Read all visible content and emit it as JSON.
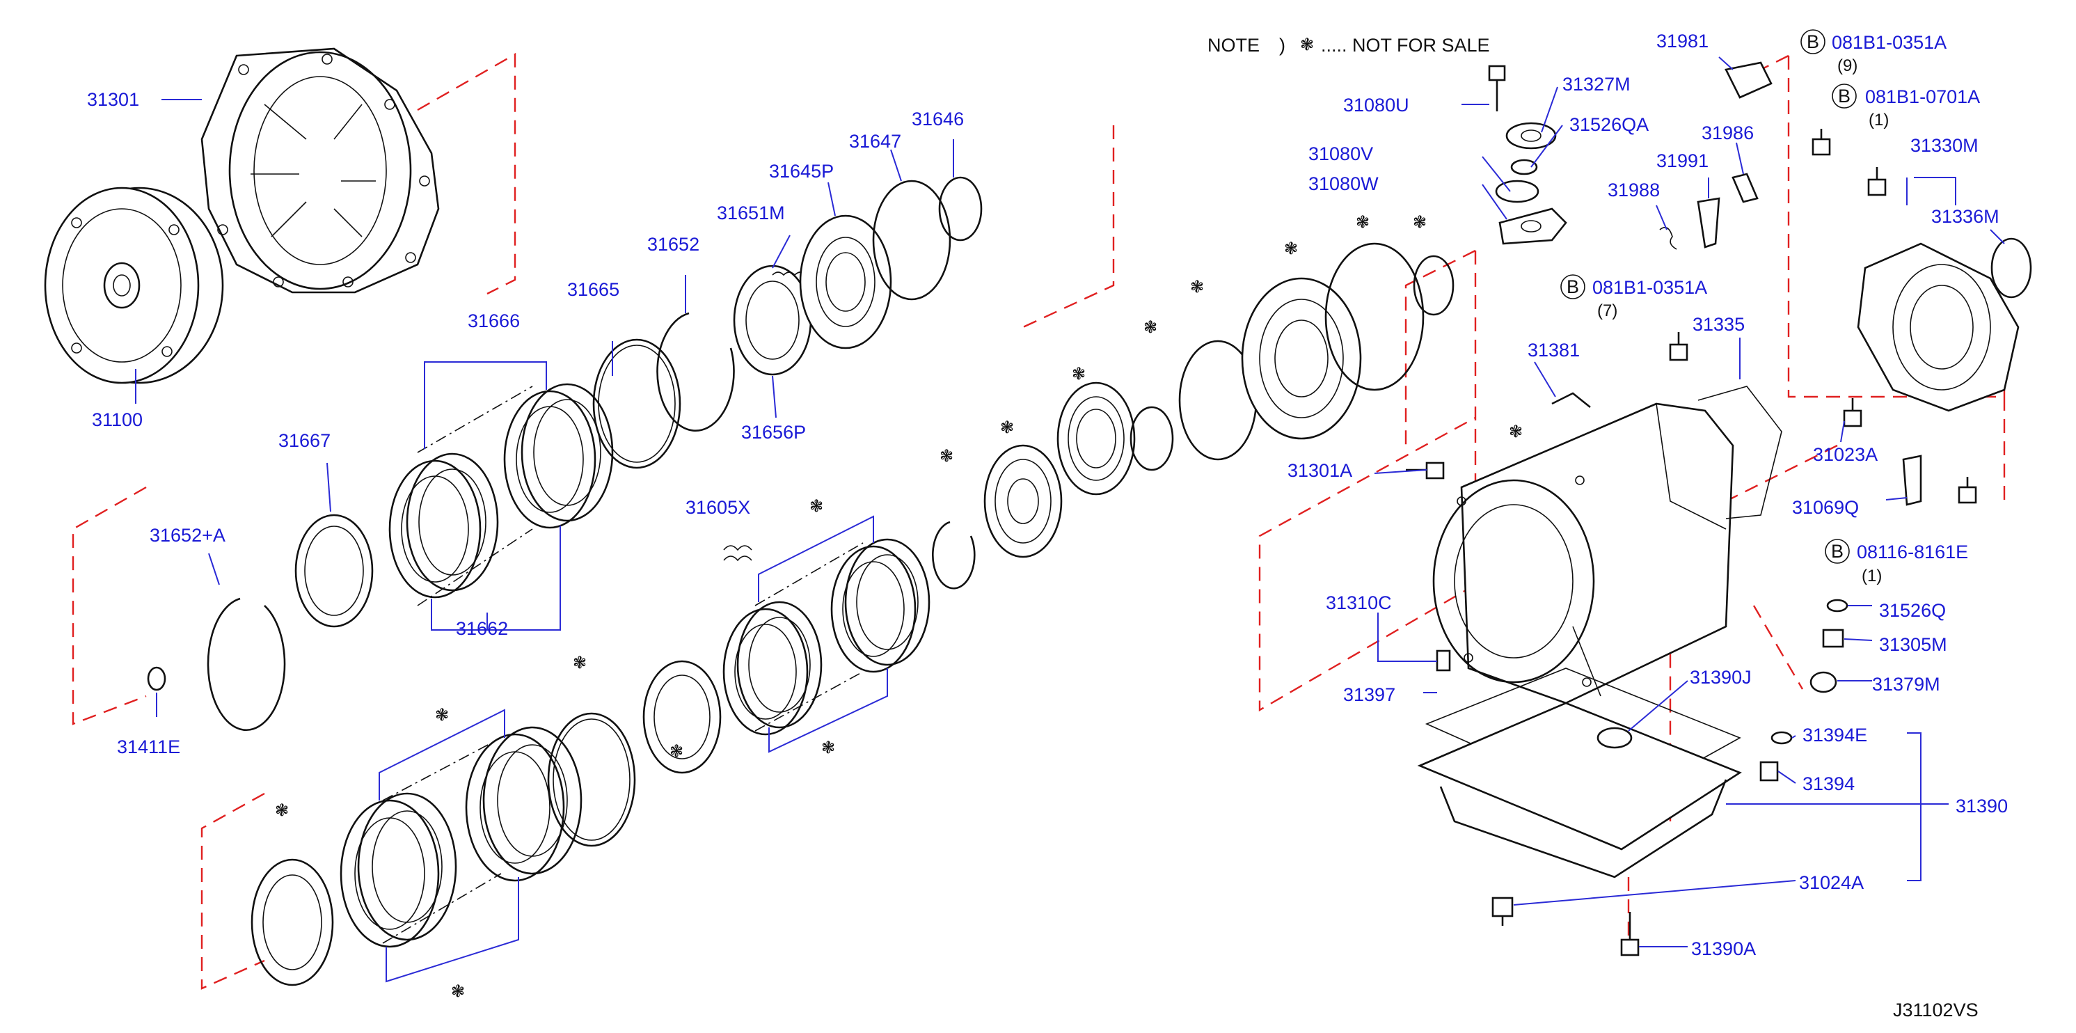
{
  "note": {
    "prefix": "NOTE",
    "paren": ")",
    "symbol": "❃",
    "text": "..... NOT FOR SALE"
  },
  "figure_id": "J31102VS",
  "callouts": {
    "c31301": "31301",
    "c31100": "31100",
    "c31666": "31666",
    "c31665": "31665",
    "c31652": "31652",
    "c31651M": "31651M",
    "c31645P": "31645P",
    "c31647": "31647",
    "c31646": "31646",
    "c31656P": "31656P",
    "c31667": "31667",
    "c31662": "31662",
    "c31652A": "31652+A",
    "c31411E": "31411E",
    "c31605X": "31605X",
    "c31080U": "31080U",
    "c31327M": "31327M",
    "c31526QA": "31526QA",
    "c31080V": "31080V",
    "c31080W": "31080W",
    "c31981": "31981",
    "c31986": "31986",
    "c31991": "31991",
    "c31988": "31988",
    "c31330M": "31330M",
    "c31336M": "31336M",
    "c31381": "31381",
    "c31335": "31335",
    "c31301A": "31301A",
    "c31023A": "31023A",
    "c31069Q": "31069Q",
    "c31310C": "31310C",
    "c31526Q": "31526Q",
    "c31305M": "31305M",
    "c31379M": "31379M",
    "c31397": "31397",
    "c31390J": "31390J",
    "c31394E": "31394E",
    "c31394": "31394",
    "c31390": "31390",
    "c31024A": "31024A",
    "c31390A": "31390A"
  },
  "bolts": {
    "b1": {
      "badge": "B",
      "code": "081B1-0351A",
      "qty": "(9)"
    },
    "b2": {
      "badge": "B",
      "code": "081B1-0701A",
      "qty": "(1)"
    },
    "b3": {
      "badge": "B",
      "code": "081B1-0351A",
      "qty": "(7)"
    },
    "b4": {
      "badge": "B",
      "code": "08116-8161E",
      "qty": "(1)"
    }
  },
  "colors": {
    "callout": "#1a1ad6",
    "outline": "#111111",
    "dash": "#e02020"
  }
}
